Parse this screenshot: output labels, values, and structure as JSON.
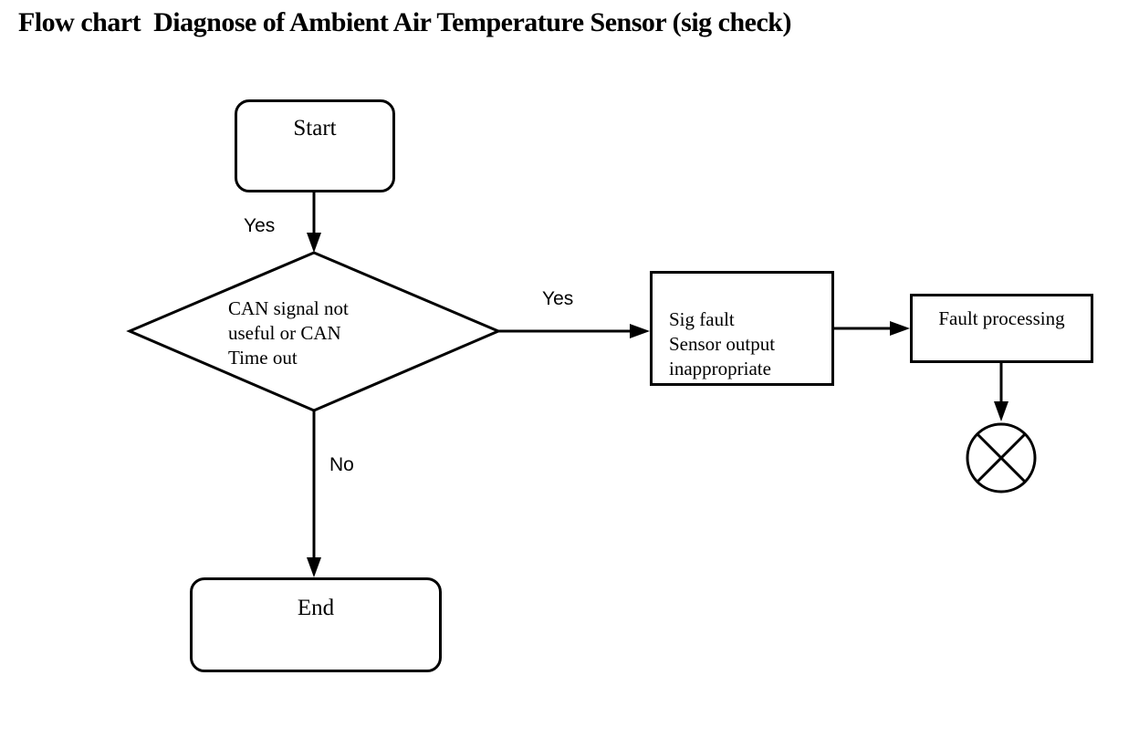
{
  "title": "Flow chart  Diagnose of Ambient Air Temperature Sensor (sig check)",
  "colors": {
    "ink": "#000000",
    "background": "#ffffff"
  },
  "flowchart": {
    "nodes": {
      "start": {
        "label": "Start"
      },
      "decision": {
        "label": "CAN signal not\nuseful or CAN\nTime out"
      },
      "sig_fault": {
        "label": "Sig fault\nSensor output\ninappropriate"
      },
      "fault_processing": {
        "label": "Fault processing"
      },
      "end": {
        "label": "End"
      },
      "terminal_symbol": {
        "icon": "circle-x-icon"
      }
    },
    "edge_labels": {
      "start_to_decision": "Yes",
      "decision_to_sig_fault": "Yes",
      "decision_to_end": "No"
    }
  }
}
